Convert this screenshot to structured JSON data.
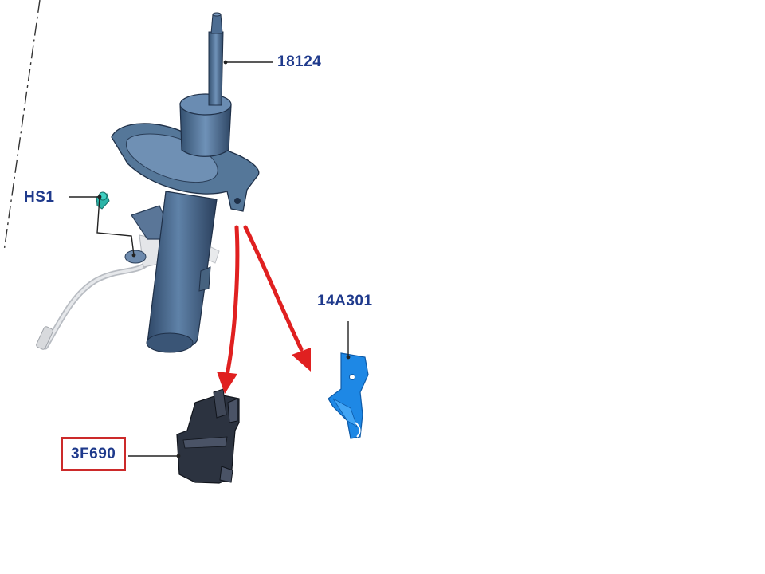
{
  "callouts": {
    "strut": "18124",
    "sensor": "HS1",
    "bracket": "14A301",
    "holder": "3F690"
  },
  "colors": {
    "label_text": "#1f3a8c",
    "leader_line": "#222222",
    "highlight_box": "#cc2a2a",
    "arrow": "#e02020",
    "strut_body": "#4a6a8e",
    "bracket_part": "#1e88e5",
    "holder_part": "#2c3340",
    "sensor_part": "#2bb5a8"
  },
  "highlighted_callout": "3F690",
  "icons": {
    "arrow_left": "red-arrow",
    "arrow_right": "red-arrow"
  }
}
